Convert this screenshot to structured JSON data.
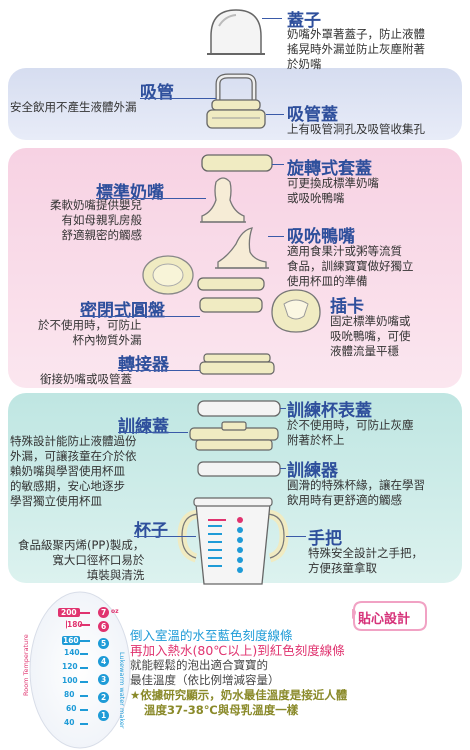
{
  "parts": {
    "cap": {
      "title": "蓋子",
      "desc": [
        "奶嘴外罩著蓋子，防止液體",
        "搖晃時外漏並防止灰塵附著",
        "於奶嘴"
      ]
    },
    "straw": {
      "title": "吸管",
      "desc": [
        "安全飲用不產生液體外漏"
      ]
    },
    "straw_cap": {
      "title": "吸管蓋",
      "desc": [
        "上有吸管洞孔及吸管收集孔"
      ]
    },
    "screw_cap": {
      "title": "旋轉式套蓋",
      "desc": [
        "可更換成標準奶嘴",
        "或吸吮鴨嘴"
      ]
    },
    "nipple": {
      "title": "標準奶嘴",
      "desc": [
        "柔軟奶嘴提供嬰兒",
        "有如母親乳房般",
        "舒適親密的觸感"
      ]
    },
    "duckbill": {
      "title": "吸吮鴨嘴",
      "desc": [
        "適用食果汁或粥等流質",
        "食品，訓練寶寶做好獨立",
        "使用杯皿的準備"
      ]
    },
    "sealing_disc": {
      "title": "密閉式圓盤",
      "desc": [
        "於不使用時，可防止",
        "杯內物質外漏"
      ]
    },
    "insert": {
      "title": "插卡",
      "desc": [
        "固定標準奶嘴或",
        "吸吮鴨嘴，可使",
        "液體流量平穩"
      ]
    },
    "adapter": {
      "title": "轉接器",
      "desc": [
        "銜接奶嘴或吸管蓋"
      ]
    },
    "cup_cover": {
      "title": "訓練杯表蓋",
      "desc": [
        "於不使用時，可防止灰塵",
        "附著於杯上"
      ]
    },
    "training_lid": {
      "title": "訓練蓋",
      "desc": [
        "特殊設計能防止液體過份",
        "外漏，可讓孩童在介於依",
        "賴奶嘴與學習使用杯皿",
        "的敏感期，安心地逐步",
        "學習獨立使用杯皿"
      ]
    },
    "training_spout": {
      "title": "訓練器",
      "desc": [
        "圓滑的特殊杯緣，讓在學習",
        "飲用時有更舒適的觸感"
      ]
    },
    "cup": {
      "title": "杯子",
      "desc": [
        "食品級聚丙烯(PP)製成，",
        "寬大口徑杯口易於",
        "填裝與清洗"
      ]
    },
    "handle": {
      "title": "手把",
      "desc": [
        "特殊安全設計之手把，",
        "方便孩童拿取"
      ]
    }
  },
  "scale": {
    "left_labels": [
      "200",
      "180",
      "160",
      "140",
      "120",
      "100",
      "80",
      "60",
      "40"
    ],
    "right_labels": [
      "7",
      "6",
      "5",
      "4",
      "3",
      "2",
      "1"
    ],
    "right_unit": "oz",
    "side_text_1": "Room Temperature",
    "side_text_2": "Lukewarm water maker"
  },
  "tips": {
    "badge": "貼心設計",
    "line1": "倒入室溫的水至藍色刻度線條",
    "line2": "再加入熱水(80℃以上)到紅色刻度線條",
    "line3": "就能輕鬆的泡出適合寶寶的",
    "line4": "最佳溫度（依比例增減容量）",
    "line5": "★依據研究顯示，奶水最佳溫度是接近人體",
    "line6": "溫度37-38℃與母乳溫度一樣"
  },
  "colors": {
    "title": "#2e4f9c",
    "blue_line": "#1e9bd7",
    "red_line": "#e0336f",
    "olive": "#8a8a2a"
  }
}
